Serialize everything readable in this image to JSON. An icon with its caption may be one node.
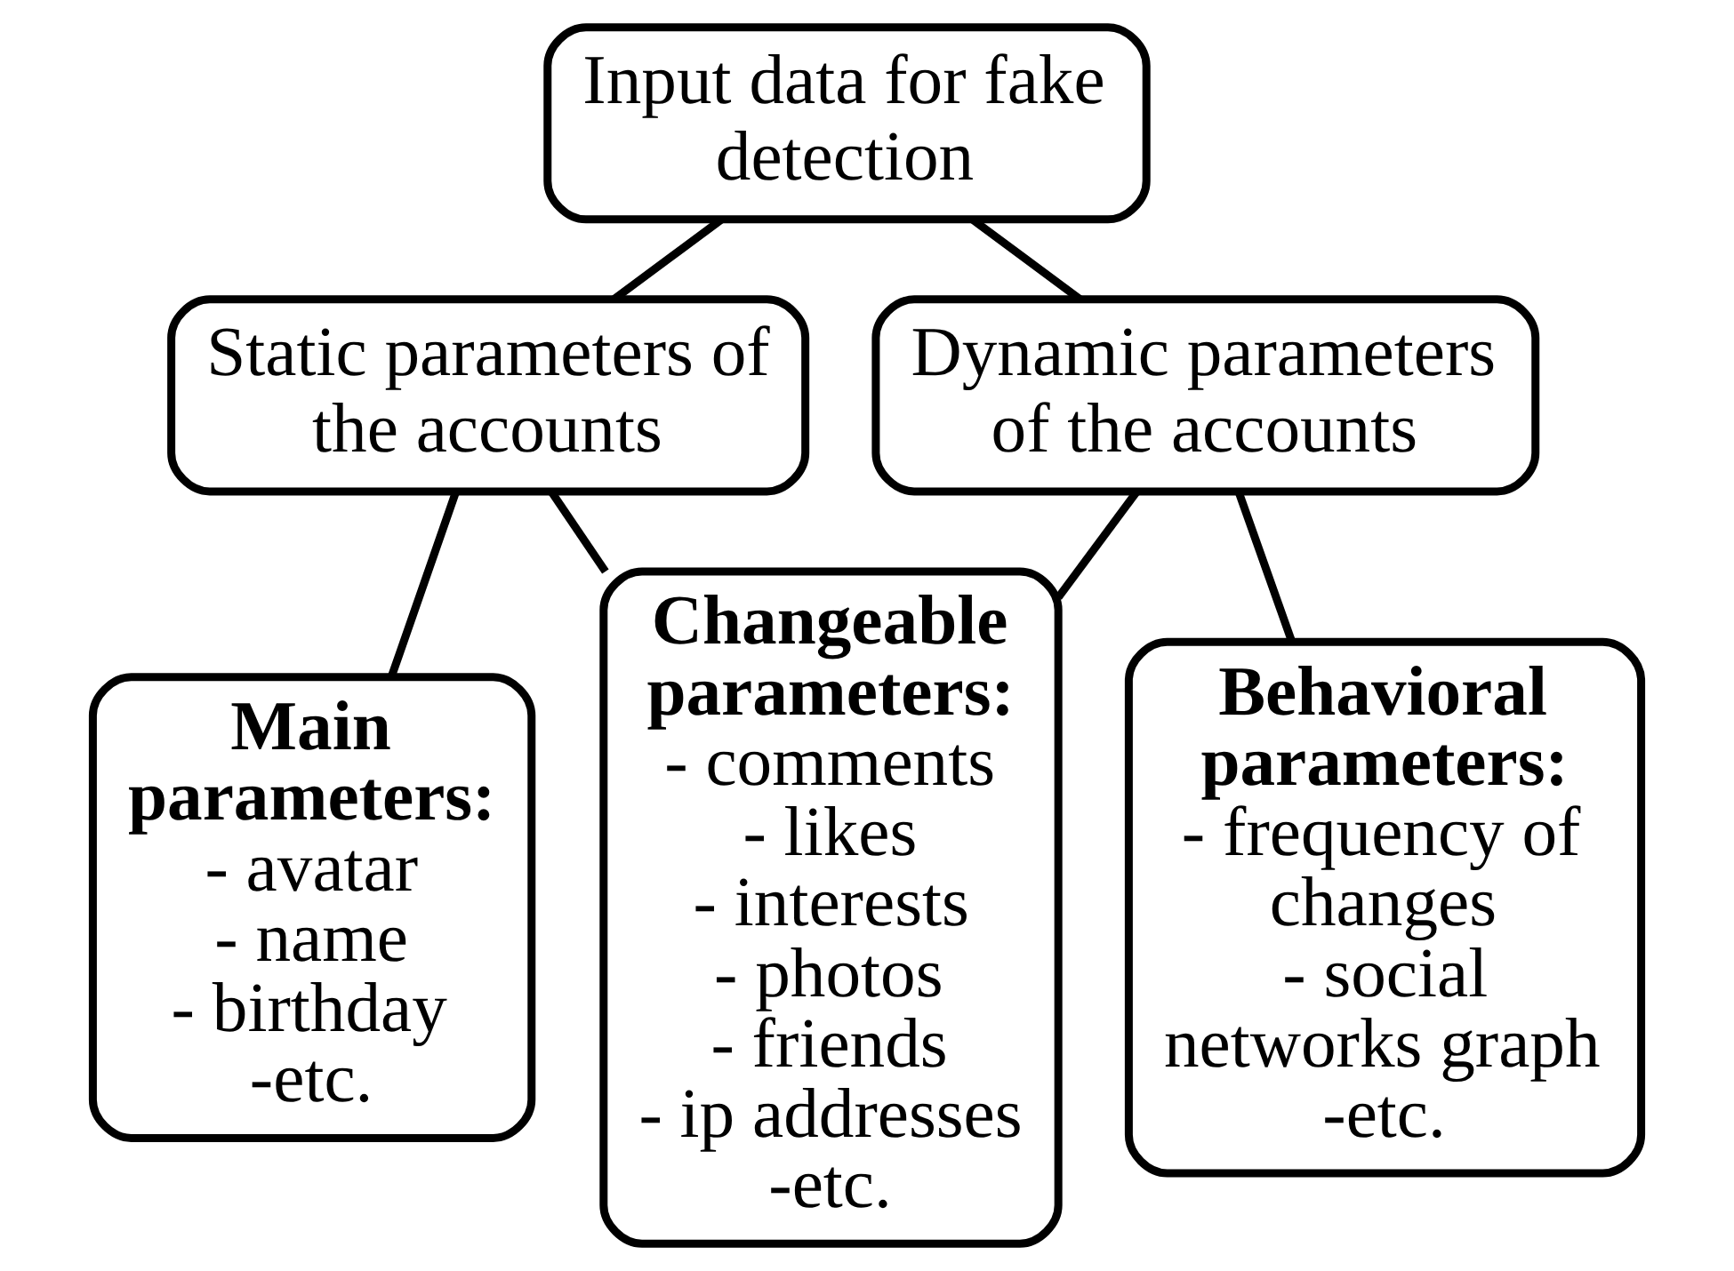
{
  "diagram": {
    "nodes": [
      {
        "text": [
          "Input data for fake detection"
        ]
      },
      {
        "text": [
          "Static parameters of the accounts"
        ]
      },
      {
        "text": [
          "Dynamic parameters of the accounts"
        ]
      },
      {
        "text": [
          "Main parameters:",
          "- avatar",
          "- name",
          "- birthday",
          "-etc."
        ]
      },
      {
        "text": [
          "Changeable parameters:",
          "- comments",
          "- likes",
          "- interests",
          "- photos",
          "- friends",
          "- ip addresses",
          "-etc."
        ]
      },
      {
        "text": [
          "Behavioral parameters:",
          "- frequency of changes",
          "- social networks graph",
          "-etc."
        ]
      }
    ],
    "edges": [
      {
        "from": 0,
        "to": 1,
        "arrow": "none"
      },
      {
        "from": 0,
        "to": 2,
        "arrow": "none"
      },
      {
        "from": 1,
        "to": 3,
        "arrow": "none"
      },
      {
        "from": 1,
        "to": 4,
        "arrow": "none"
      },
      {
        "from": 2,
        "to": 4,
        "arrow": "none"
      },
      {
        "from": 2,
        "to": 5,
        "arrow": "none"
      }
    ]
  }
}
